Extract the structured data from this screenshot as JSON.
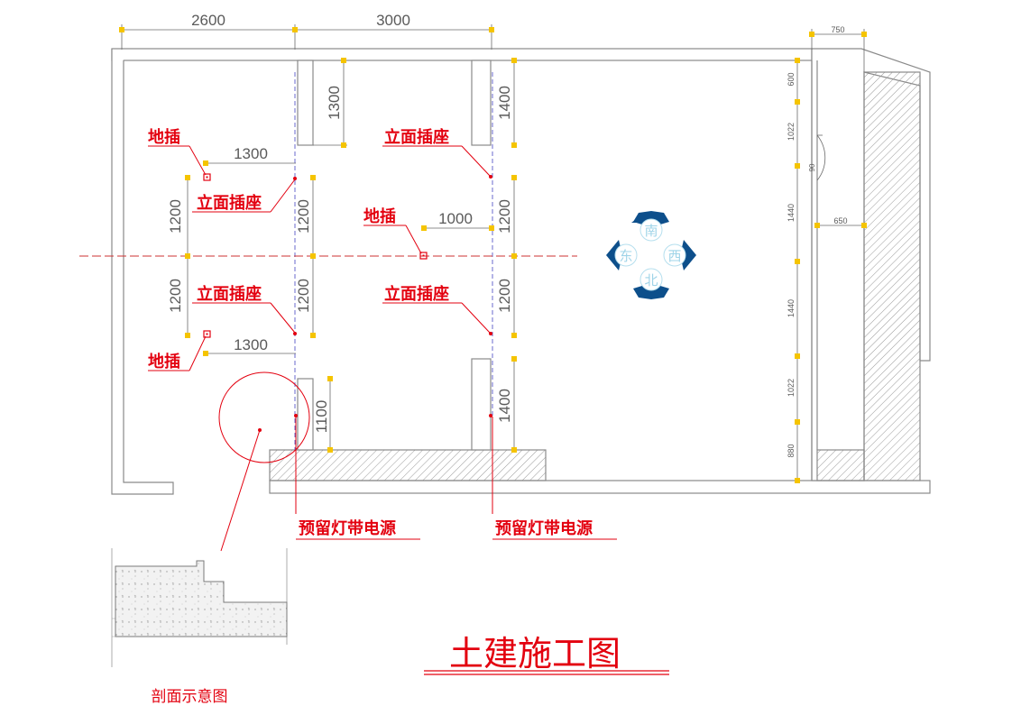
{
  "title": "土建施工图",
  "section_caption": "剖面示意图",
  "dimensions": {
    "top_left": "2600",
    "top_mid": "3000",
    "top_right": "750",
    "wall_a_top": "1300",
    "wall_b_top": "1400",
    "left_upper_h": "1300",
    "left_lower_h": "1300",
    "left_v_upper": "1200",
    "left_v_lower": "1200",
    "wall_a_upper": "1200",
    "wall_a_lower": "1200",
    "wall_a_bottom": "1100",
    "center_h": "1000",
    "wall_b_upper": "1200",
    "wall_b_lower": "1200",
    "wall_b_bottom": "1400",
    "right_600": "600",
    "right_1022a": "1022",
    "right_1440a": "1440",
    "right_1440b": "1440",
    "right_1022b": "1022",
    "right_880": "880",
    "right_650": "650",
    "door_angle": "90"
  },
  "labels": {
    "floor_socket_1": "地插",
    "floor_socket_2": "地插",
    "floor_socket_3": "地插",
    "wall_socket_1": "立面插座",
    "wall_socket_2": "立面插座",
    "wall_socket_3": "立面插座",
    "wall_socket_4": "立面插座",
    "light_power_1": "预留灯带电源",
    "light_power_2": "预留灯带电源"
  },
  "compass": {
    "top": "南",
    "left": "东",
    "right": "西",
    "bottom": "北"
  },
  "colors": {
    "wall": "#8a8a8a",
    "label": "#e3000f",
    "dimension": "#5a5a5a",
    "tick": "#f5c400",
    "centerline": "#cc3333",
    "compass": "#0d4f8b"
  }
}
